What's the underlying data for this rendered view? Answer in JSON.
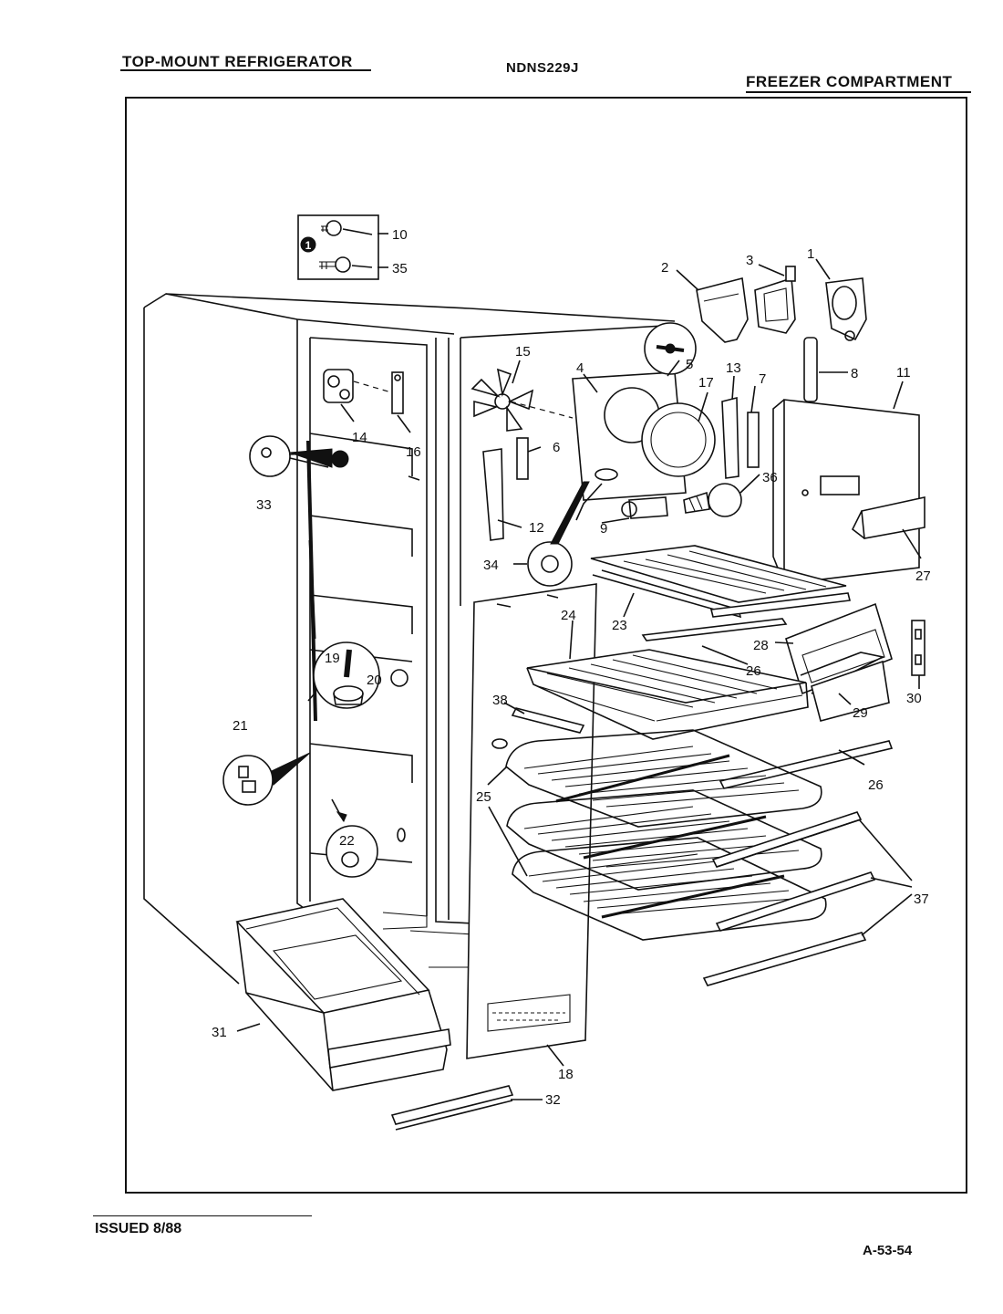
{
  "header": {
    "left": "TOP-MOUNT REFRIGERATOR",
    "center": "NDNS229J",
    "right": "FREEZER COMPARTMENT"
  },
  "footer": {
    "issued": "ISSUED 8/88",
    "code": "A-53-54"
  },
  "inset_marker": "1",
  "callouts": {
    "c1": "1",
    "c2": "2",
    "c3": "3",
    "c4": "4",
    "c5": "5",
    "c6": "6",
    "c7": "7",
    "c8": "8",
    "c9": "9",
    "c10": "10",
    "c11": "11",
    "c12": "12",
    "c13": "13",
    "c14": "14",
    "c15": "15",
    "c16": "16",
    "c17": "17",
    "c18": "18",
    "c19": "19",
    "c20": "20",
    "c21": "21",
    "c22": "22",
    "c23": "23",
    "c24": "24",
    "c25": "25",
    "c26a": "26",
    "c26b": "26",
    "c27": "27",
    "c28": "28",
    "c29": "29",
    "c30": "30",
    "c31": "31",
    "c32": "32",
    "c33": "33",
    "c34": "34",
    "c35": "35",
    "c36": "36",
    "c37": "37",
    "c38": "38"
  }
}
